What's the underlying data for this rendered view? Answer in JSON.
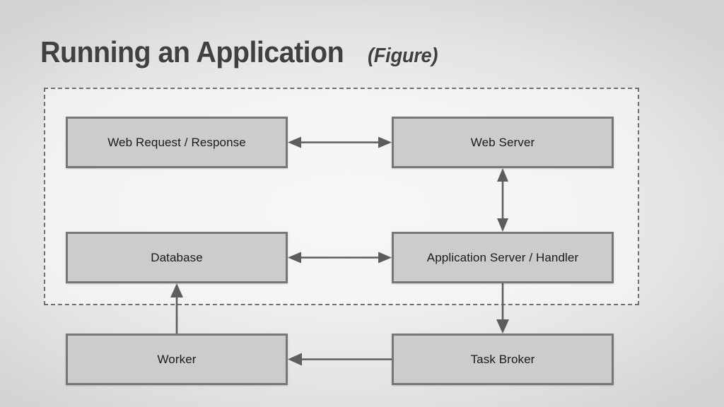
{
  "slide": {
    "title_main": "Running an Application",
    "title_sub": "(Figure)"
  },
  "colors": {
    "title_text": "#404040",
    "node_fill": "#cccccc",
    "node_border": "#777777",
    "node_text": "#1a1a1a",
    "connector": "#5d5d5d",
    "boundary_dash": "#6f6f6f",
    "background_light": "#f2f2f2",
    "background_edge": "#d2d2d2"
  },
  "diagram": {
    "boundary_label": "web-tier-boundary",
    "nodes": [
      {
        "id": "web-request",
        "label": "Web Request / Response",
        "inside_boundary": true
      },
      {
        "id": "web-server",
        "label": "Web Server",
        "inside_boundary": true
      },
      {
        "id": "database",
        "label": "Database",
        "inside_boundary": true
      },
      {
        "id": "app-server",
        "label": "Application Server / Handler",
        "inside_boundary": true
      },
      {
        "id": "worker",
        "label": "Worker",
        "inside_boundary": false
      },
      {
        "id": "task-broker",
        "label": "Task Broker",
        "inside_boundary": false
      }
    ],
    "connections": [
      {
        "from": "web-request",
        "to": "web-server",
        "arrow": "bidirectional",
        "orientation": "horizontal"
      },
      {
        "from": "web-server",
        "to": "app-server",
        "arrow": "bidirectional",
        "orientation": "vertical"
      },
      {
        "from": "database",
        "to": "app-server",
        "arrow": "bidirectional",
        "orientation": "horizontal"
      },
      {
        "from": "app-server",
        "to": "task-broker",
        "arrow": "single",
        "orientation": "vertical-down"
      },
      {
        "from": "task-broker",
        "to": "worker",
        "arrow": "single",
        "orientation": "horizontal-left"
      },
      {
        "from": "worker",
        "to": "database",
        "arrow": "single",
        "orientation": "vertical-up"
      }
    ]
  }
}
